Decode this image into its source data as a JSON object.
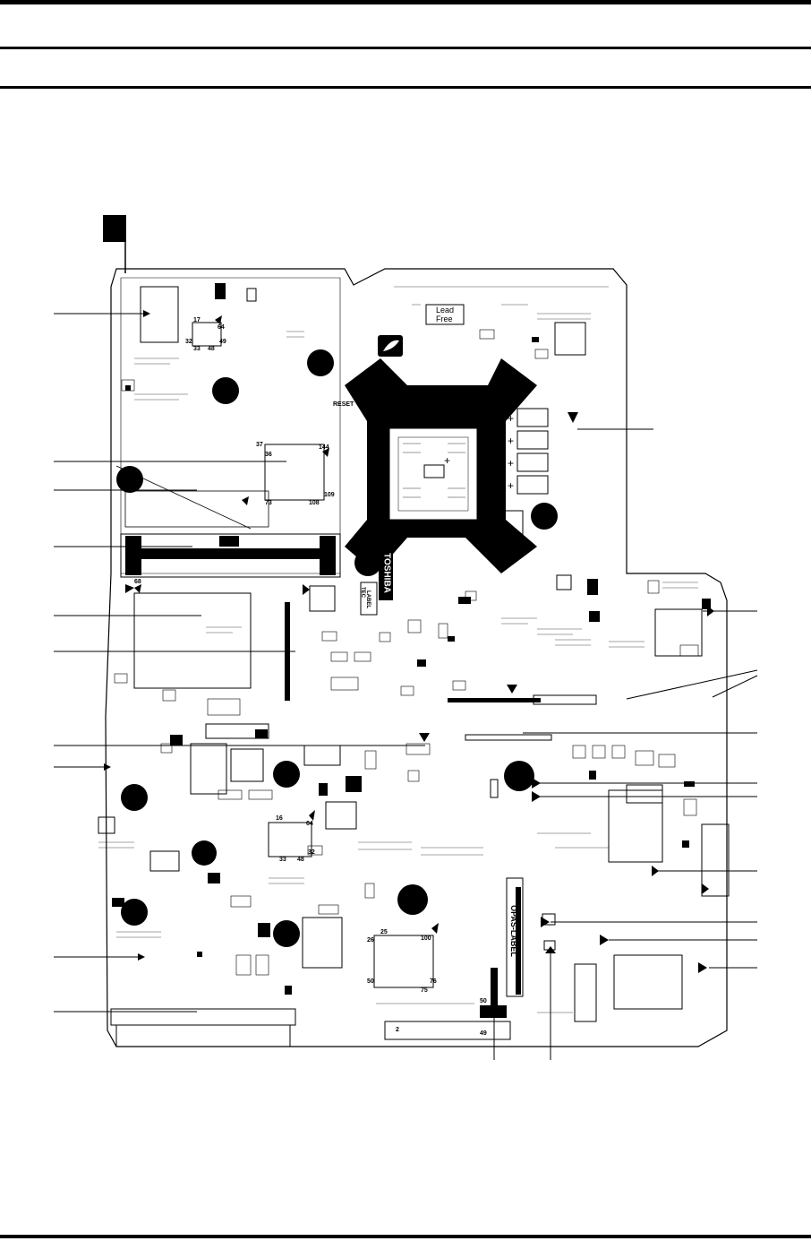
{
  "board": {
    "badge_lead_free_line1": "Lead",
    "badge_lead_free_line2": "Free",
    "reset_label": "RESET",
    "brand_label": "TOSHIBA",
    "label_box_line1": "TEC",
    "label_box_line2": "LABEL",
    "opas_label": "OPAS-LABEL",
    "pin_numbers": {
      "ic_top_left": [
        "17",
        "64",
        "32",
        "33",
        "48",
        "49"
      ],
      "ic_upper_mid": [
        "37",
        "36",
        "144",
        "73",
        "108",
        "109"
      ],
      "ic_lower_mid": [
        "16",
        "64",
        "33",
        "48",
        "32"
      ],
      "ic_bottom_mid": [
        "25",
        "100",
        "26",
        "50",
        "76",
        "75"
      ],
      "connector_main": [
        "68"
      ],
      "connector_bottom": [
        "2",
        "50",
        "49"
      ]
    }
  },
  "colors": {
    "ink": "#000000",
    "paper": "#ffffff"
  }
}
